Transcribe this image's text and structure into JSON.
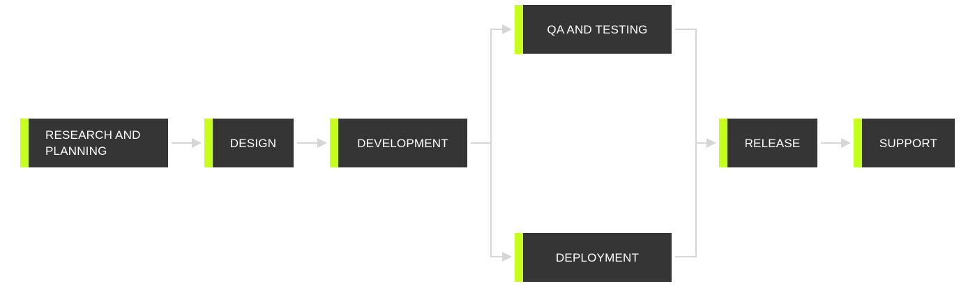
{
  "colors": {
    "node_fill": "#353535",
    "accent": "#c6ff1e",
    "text": "#ffffff",
    "connector": "#d6d6d6"
  },
  "nodes": [
    {
      "id": "research",
      "label": "RESEARCH AND PLANNING"
    },
    {
      "id": "design",
      "label": "DESIGN"
    },
    {
      "id": "development",
      "label": "DEVELOPMENT"
    },
    {
      "id": "qa",
      "label": "QA AND TESTING"
    },
    {
      "id": "deployment",
      "label": "DEPLOYMENT"
    },
    {
      "id": "release",
      "label": "RELEASE"
    },
    {
      "id": "support",
      "label": "SUPPORT"
    }
  ],
  "edges": [
    {
      "from": "research",
      "to": "design"
    },
    {
      "from": "design",
      "to": "development"
    },
    {
      "from": "development",
      "to": "qa"
    },
    {
      "from": "development",
      "to": "deployment"
    },
    {
      "from": "qa",
      "to": "release"
    },
    {
      "from": "deployment",
      "to": "release"
    },
    {
      "from": "release",
      "to": "support"
    }
  ]
}
